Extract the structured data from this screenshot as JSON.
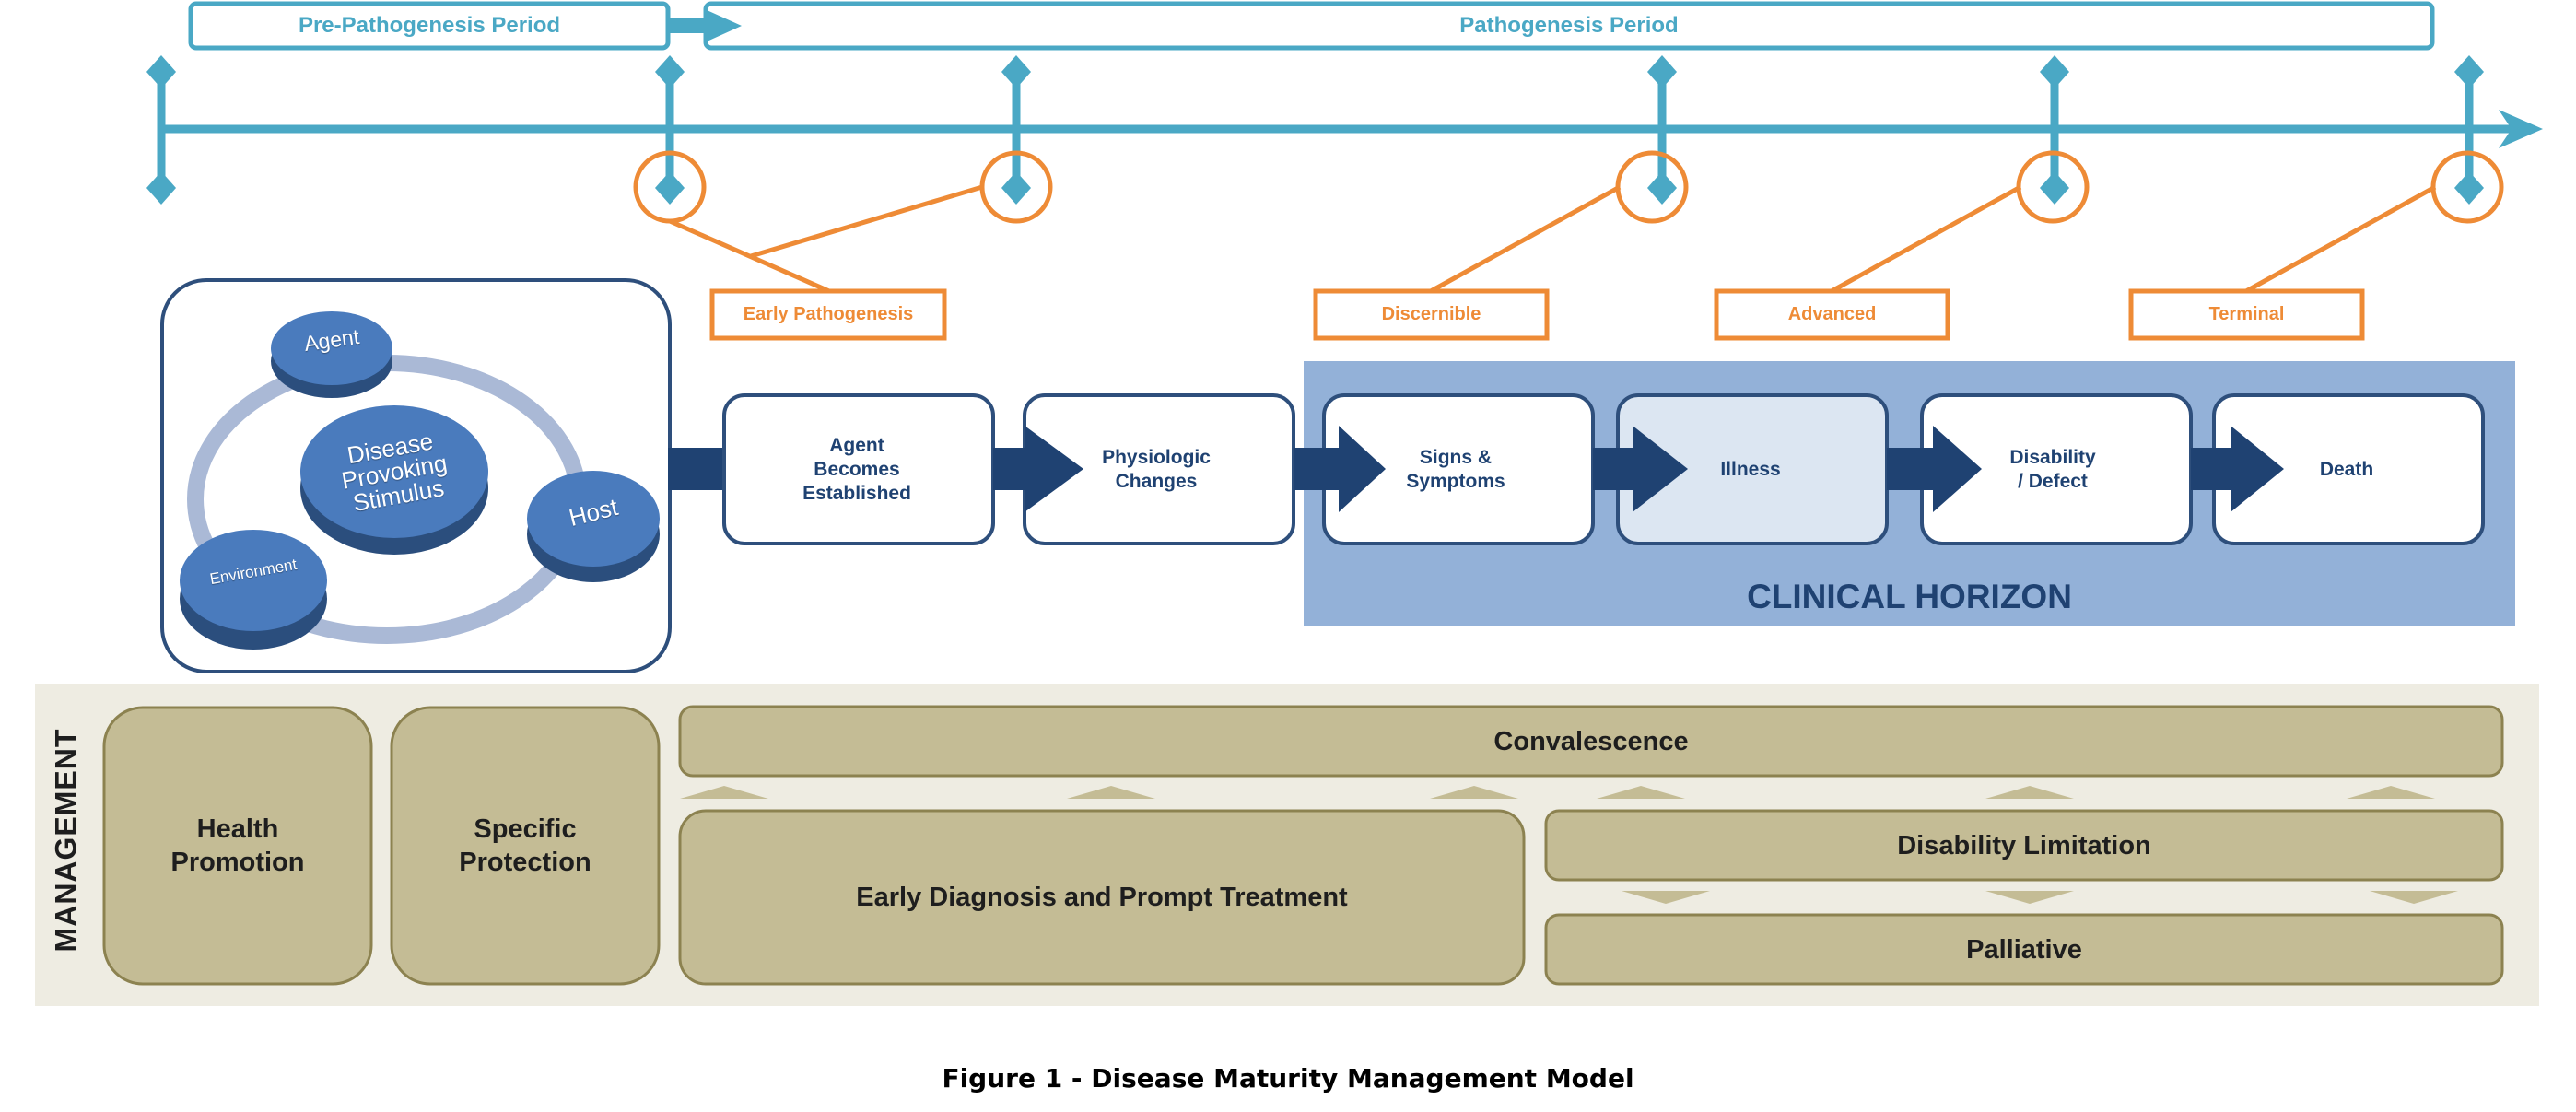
{
  "periods": {
    "pre_pathogenesis": "Pre-Pathogenesis Period",
    "pathogenesis": "Pathogenesis Period"
  },
  "stages": [
    "Early Pathogenesis",
    "Discernible",
    "Advanced",
    "Terminal"
  ],
  "triad": {
    "agent": "Agent",
    "host": "Host",
    "environment": "Environment",
    "stimulus": "Disease\nProvoking\nStimulus"
  },
  "steps": [
    "Agent\nBecomes\nEstablished",
    "Physiologic\nChanges",
    "Signs &\nSymptoms",
    "Illness",
    "Disability\n/ Defect",
    "Death"
  ],
  "clinical_horizon": "CLINICAL HORIZON",
  "management": {
    "side_label": "MANAGEMENT",
    "health_promotion": "Health\nPromotion",
    "specific_protection": "Specific\nProtection",
    "convalescence": "Convalescence",
    "early_diagnosis": "Early Diagnosis and Prompt Treatment",
    "disability_limitation": "Disability Limitation",
    "palliative": "Palliative"
  },
  "caption": "Figure 1 - Disease Maturity Management Model",
  "colors": {
    "timeline": "#4aa8c5",
    "stage_orange": "#ee8b36",
    "navy": "#1f4272",
    "horizon_fill": "#93b1d8",
    "illness_fill": "#dce6f2",
    "management_bg": "#eeece2",
    "management_box": "#c4bc95",
    "management_border": "#8c8250",
    "disc_blue": "#4a7bbd"
  }
}
